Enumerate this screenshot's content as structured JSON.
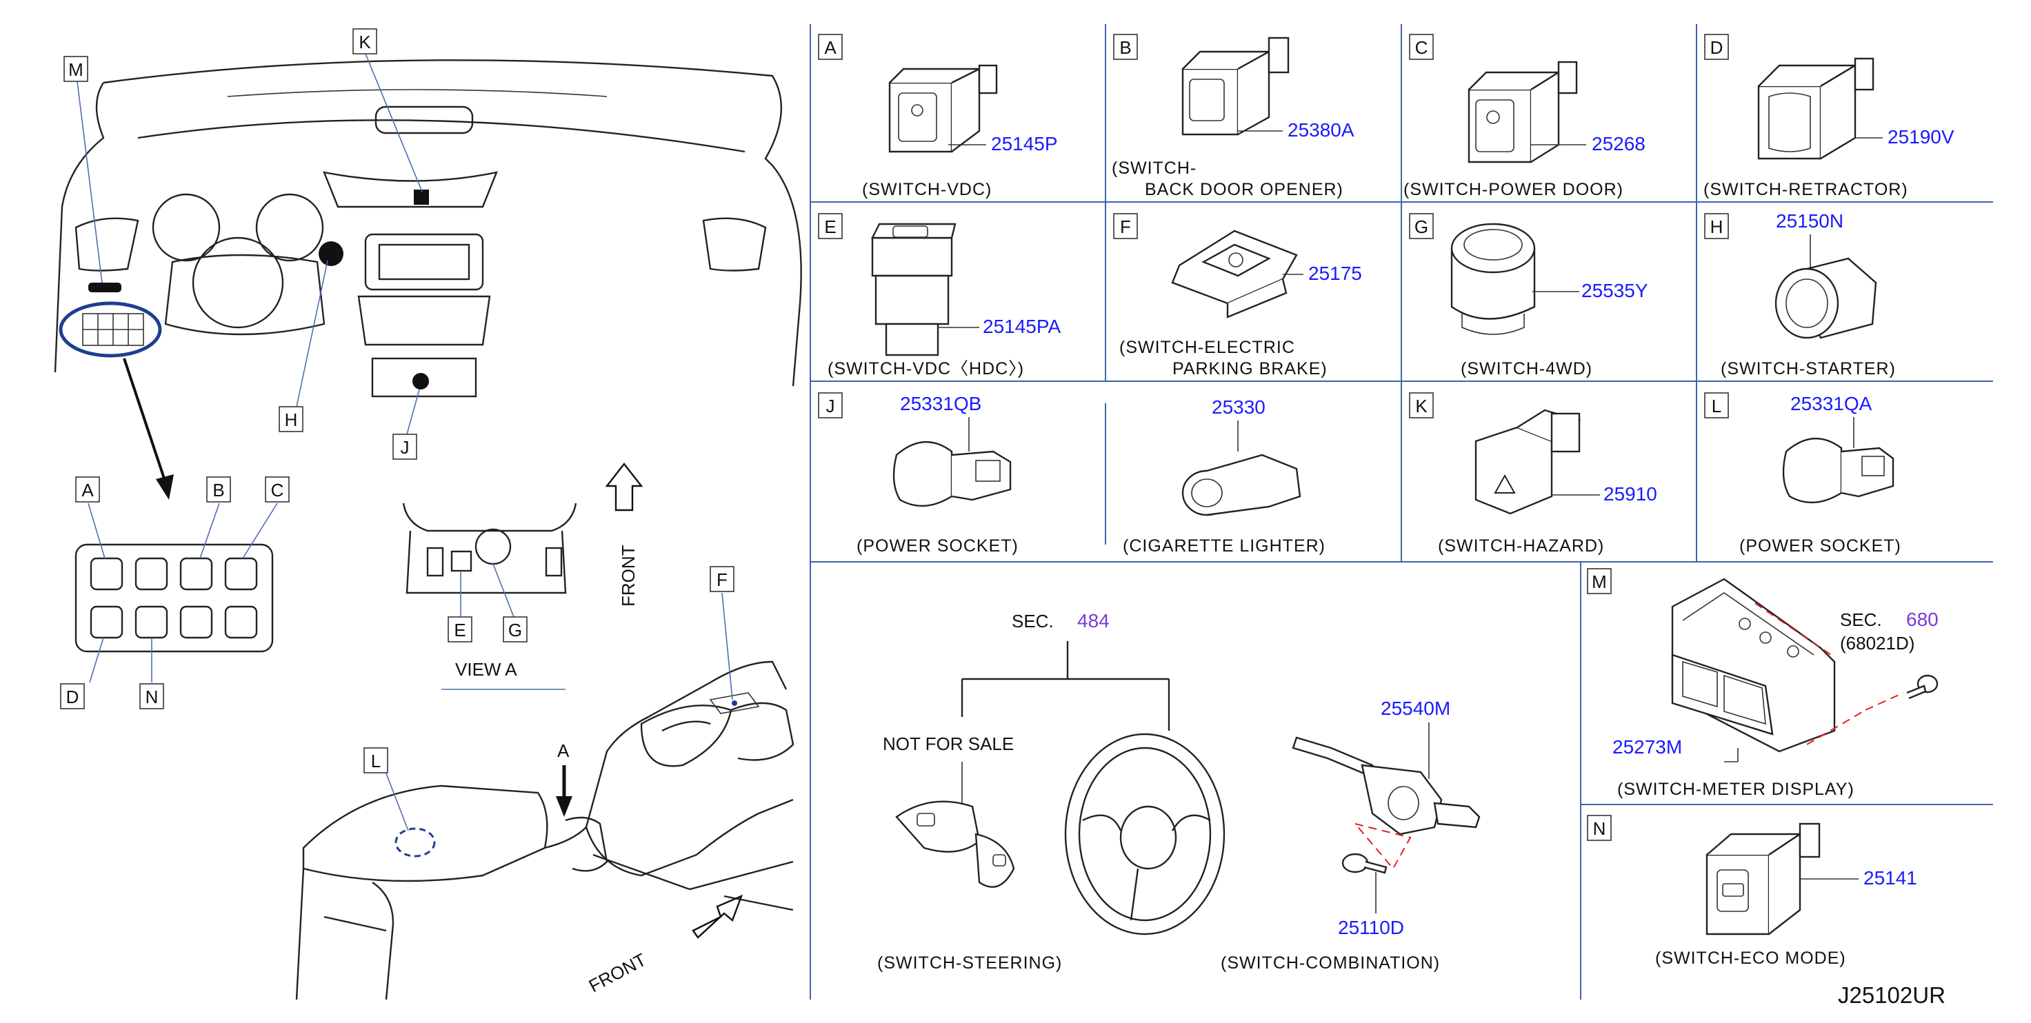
{
  "diagram": {
    "code": "J25102UR",
    "overview_labels": {
      "M": "M",
      "K": "K",
      "H": "H",
      "J": "J",
      "A": "A",
      "B": "B",
      "C": "C",
      "D": "D",
      "N": "N",
      "E": "E",
      "G": "G",
      "F": "F",
      "L": "L"
    },
    "view_label": "VIEW    A",
    "front_label_1": "FRONT",
    "front_label_2": "FRONT",
    "arrow_a_label": "A",
    "panels": [
      {
        "letter": "A",
        "part_no": "25145P",
        "caption": [
          "(SWITCH-VDC)"
        ]
      },
      {
        "letter": "B",
        "part_no": "25380A",
        "caption": [
          "(SWITCH-",
          "BACK    DOOR    OPENER)"
        ]
      },
      {
        "letter": "C",
        "part_no": "25268",
        "caption": [
          "(SWITCH-POWER    DOOR)"
        ]
      },
      {
        "letter": "D",
        "part_no": "25190V",
        "caption": [
          "(SWITCH-RETRACTOR)"
        ]
      },
      {
        "letter": "E",
        "part_no": "25145PA",
        "caption": [
          "(SWITCH-VDC〈HDC〉)"
        ]
      },
      {
        "letter": "F",
        "part_no": "25175",
        "caption": [
          "(SWITCH-ELECTRIC",
          "PARKING    BRAKE)"
        ]
      },
      {
        "letter": "G",
        "part_no": "25535Y",
        "caption": [
          "(SWITCH-4WD)"
        ]
      },
      {
        "letter": "H",
        "part_no": "25150N",
        "caption": [
          "(SWITCH-STARTER)"
        ]
      },
      {
        "letter": "J",
        "part_no": "25331QB",
        "caption": [
          "(POWER    SOCKET)"
        ]
      },
      {
        "letter": "",
        "part_no": "25330",
        "caption": [
          "(CIGARETTE    LIGHTER)"
        ]
      },
      {
        "letter": "K",
        "part_no": "25910",
        "caption": [
          "(SWITCH-HAZARD)"
        ]
      },
      {
        "letter": "L",
        "part_no": "25331QA",
        "caption": [
          "(POWER    SOCKET)"
        ]
      },
      {
        "letter": "M",
        "part_no": "25273M",
        "caption": [
          "(SWITCH-METER    DISPLAY)"
        ]
      },
      {
        "letter": "N",
        "part_no": "25141",
        "caption": [
          "(SWITCH-ECO    MODE)"
        ]
      }
    ],
    "steering": {
      "sec_label": "SEC.",
      "sec_no": "484",
      "not_for_sale": "NOT    FOR    SALE",
      "caption_steering": "(SWITCH-STEERING)",
      "caption_combination": "(SWITCH-COMBINATION)",
      "combo_part": "25540M",
      "screw_part": "25110D"
    },
    "meter": {
      "sec_label": "SEC.",
      "sec_no": "680",
      "sec_sub": "(68021D)"
    }
  }
}
